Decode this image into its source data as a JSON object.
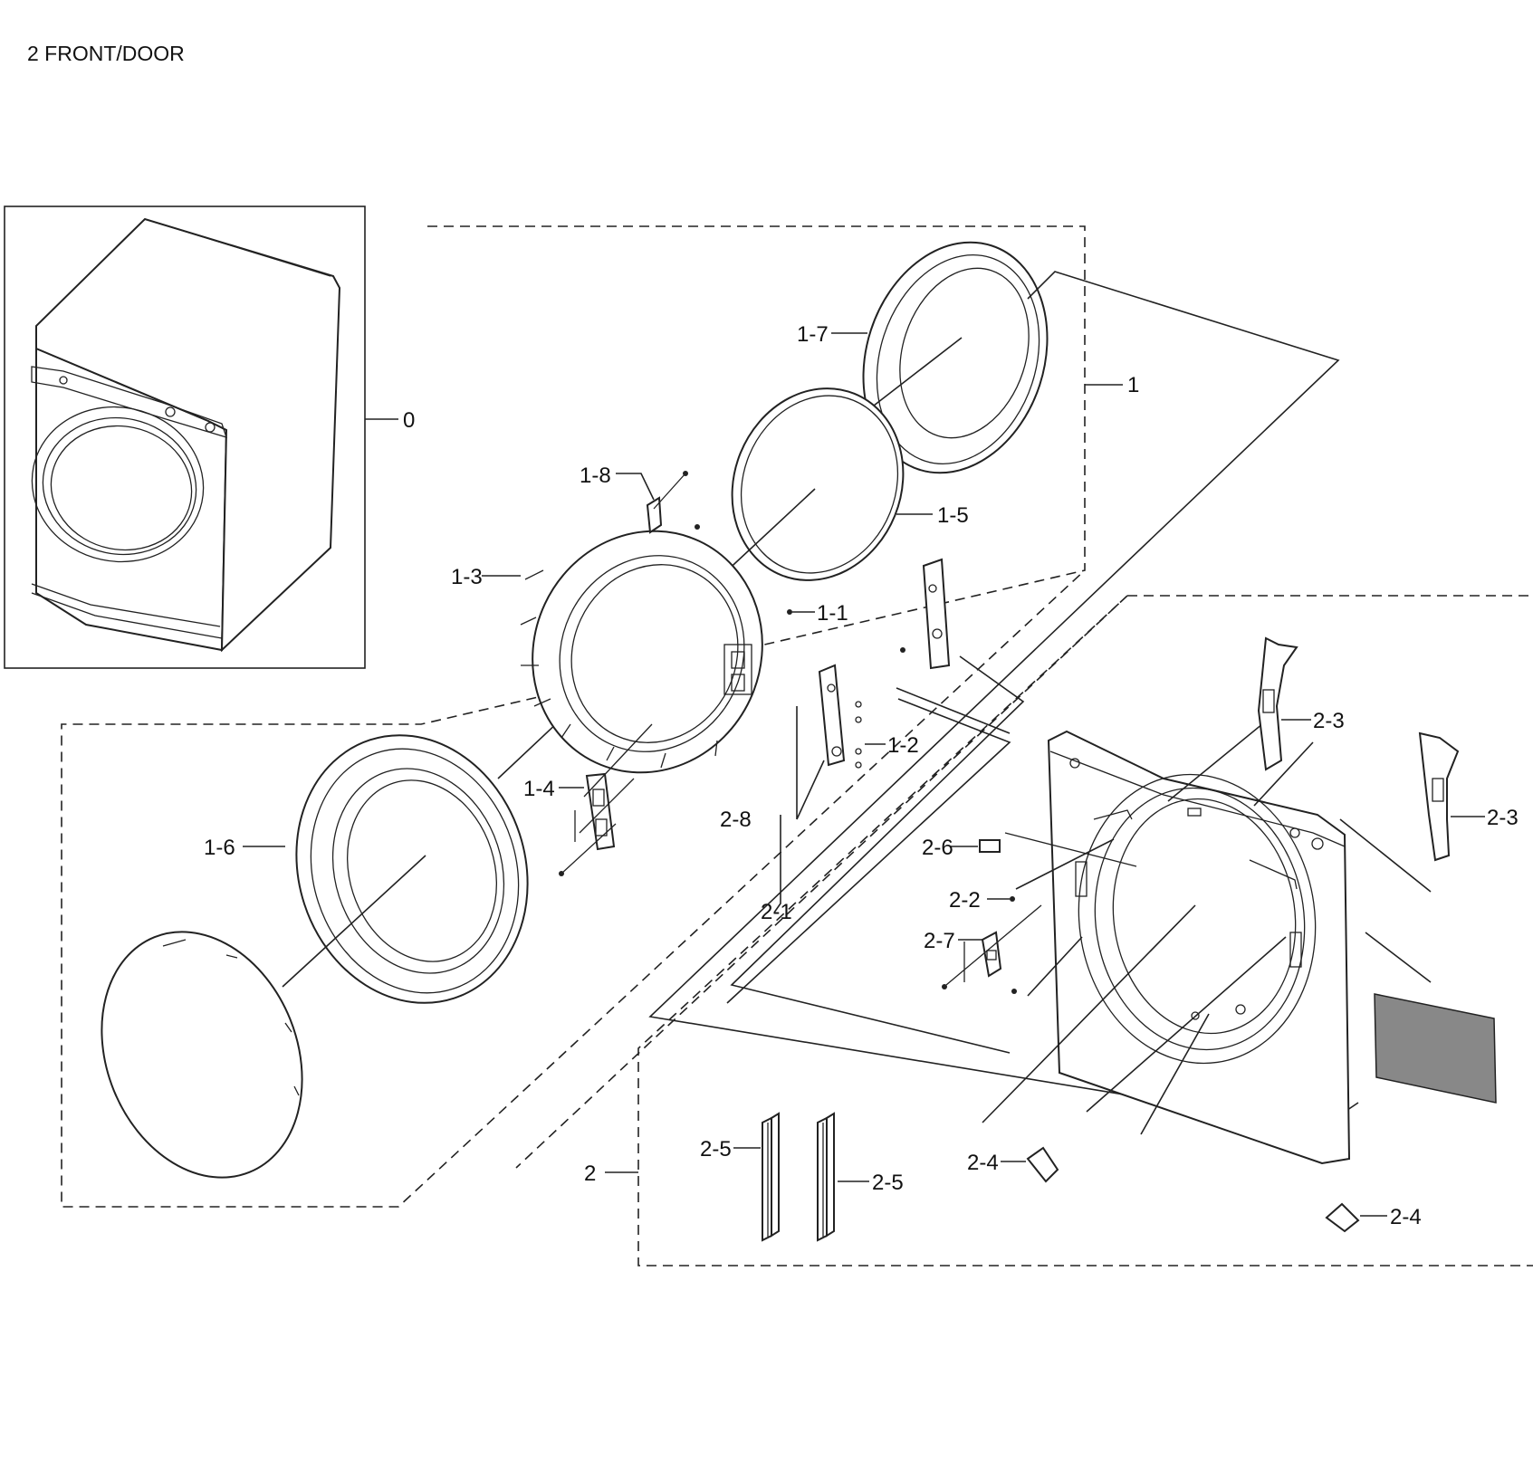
{
  "title": "2 FRONT/DOOR",
  "callouts": {
    "c0": "0",
    "c1": "1",
    "c1_1": "1-1",
    "c1_2": "1-2",
    "c1_3": "1-3",
    "c1_4": "1-4",
    "c1_5": "1-5",
    "c1_6": "1-6",
    "c1_7": "1-7",
    "c1_8": "1-8",
    "c2": "2",
    "c2_1": "2-1",
    "c2_2": "2-2",
    "c2_3a": "2-3",
    "c2_3b": "2-3",
    "c2_4a": "2-4",
    "c2_4b": "2-4",
    "c2_5a": "2-5",
    "c2_5b": "2-5",
    "c2_6": "2-6",
    "c2_7": "2-7",
    "c2_8": "2-8"
  }
}
